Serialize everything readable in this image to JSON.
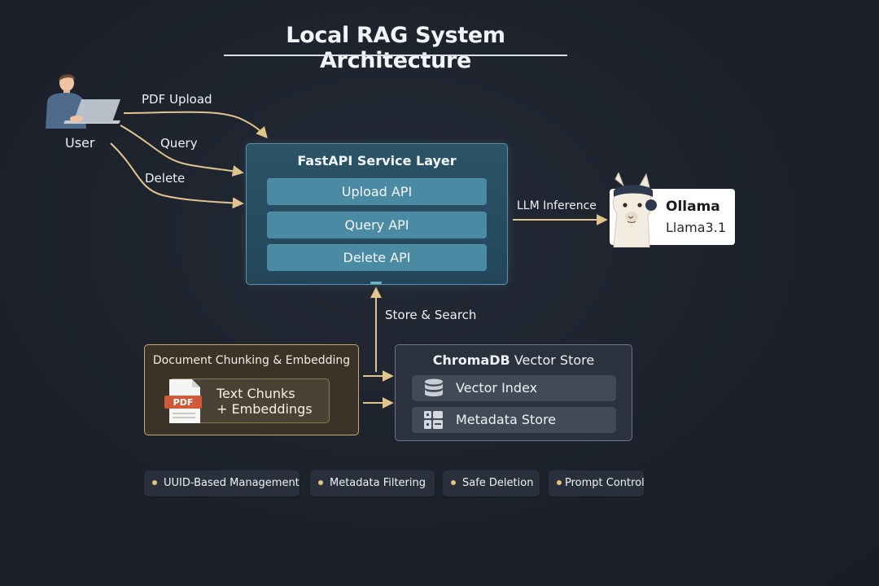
{
  "title": "Local RAG System Architecture",
  "colors": {
    "background": "#1c212b",
    "arrow": "#e0c58c",
    "fastapi_fill": "#2a4f62",
    "fastapi_button": "#4a8aa3",
    "doc_border": "#c9a96e",
    "chroma_fill": "#2b313d",
    "pill_dot": "#e3c27a",
    "pdf_badge": "#cf5a3a"
  },
  "user": {
    "label": "User",
    "icon": "user-laptop-icon"
  },
  "edges": {
    "pdf_upload": "PDF Upload",
    "query": "Query",
    "delete": "Delete",
    "llm_inference": "LLM Inference",
    "store_search": "Store & Search"
  },
  "fastapi": {
    "title": "FastAPI Service Layer",
    "apis": [
      "Upload API",
      "Query API",
      "Delete API"
    ]
  },
  "ollama": {
    "name": "Ollama",
    "model": "Llama3.1",
    "icon": "llama-icon"
  },
  "document": {
    "title": "Document Chunking & Embedding",
    "badge": "PDF",
    "chunk_line1": "Text Chunks",
    "chunk_line2": "+ Embeddings"
  },
  "chroma": {
    "title_bold": "ChromaDB",
    "title_rest": " Vector Store",
    "rows": [
      {
        "label": "Vector Index",
        "icon": "database-icon"
      },
      {
        "label": "Metadata Store",
        "icon": "metadata-table-icon"
      }
    ]
  },
  "features": [
    "UUID-Based Management",
    "Metadata Filtering",
    "Safe Deletion",
    "Prompt Control"
  ]
}
